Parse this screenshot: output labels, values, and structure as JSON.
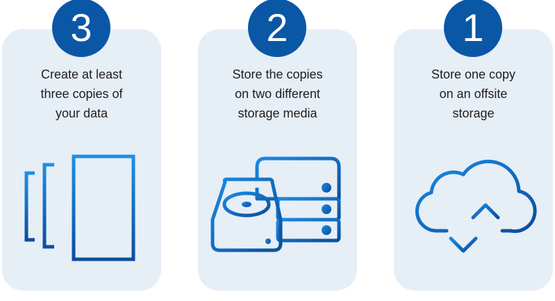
{
  "colors": {
    "card_background": "#e6eef6",
    "badge": "#0a57a6",
    "icon_gradient_top": "#1e8fe6",
    "icon_gradient_bottom": "#0a4f9f",
    "text": "#202020"
  },
  "steps": [
    {
      "number": "3",
      "text": "Create at least\nthree copies of\nyour data",
      "icon": "copies-icon"
    },
    {
      "number": "2",
      "text": "Store the copies\non two different\nstorage media",
      "icon": "storage-media-icon"
    },
    {
      "number": "1",
      "text": "Store one copy\non an offsite\nstorage",
      "icon": "cloud-sync-icon"
    }
  ]
}
